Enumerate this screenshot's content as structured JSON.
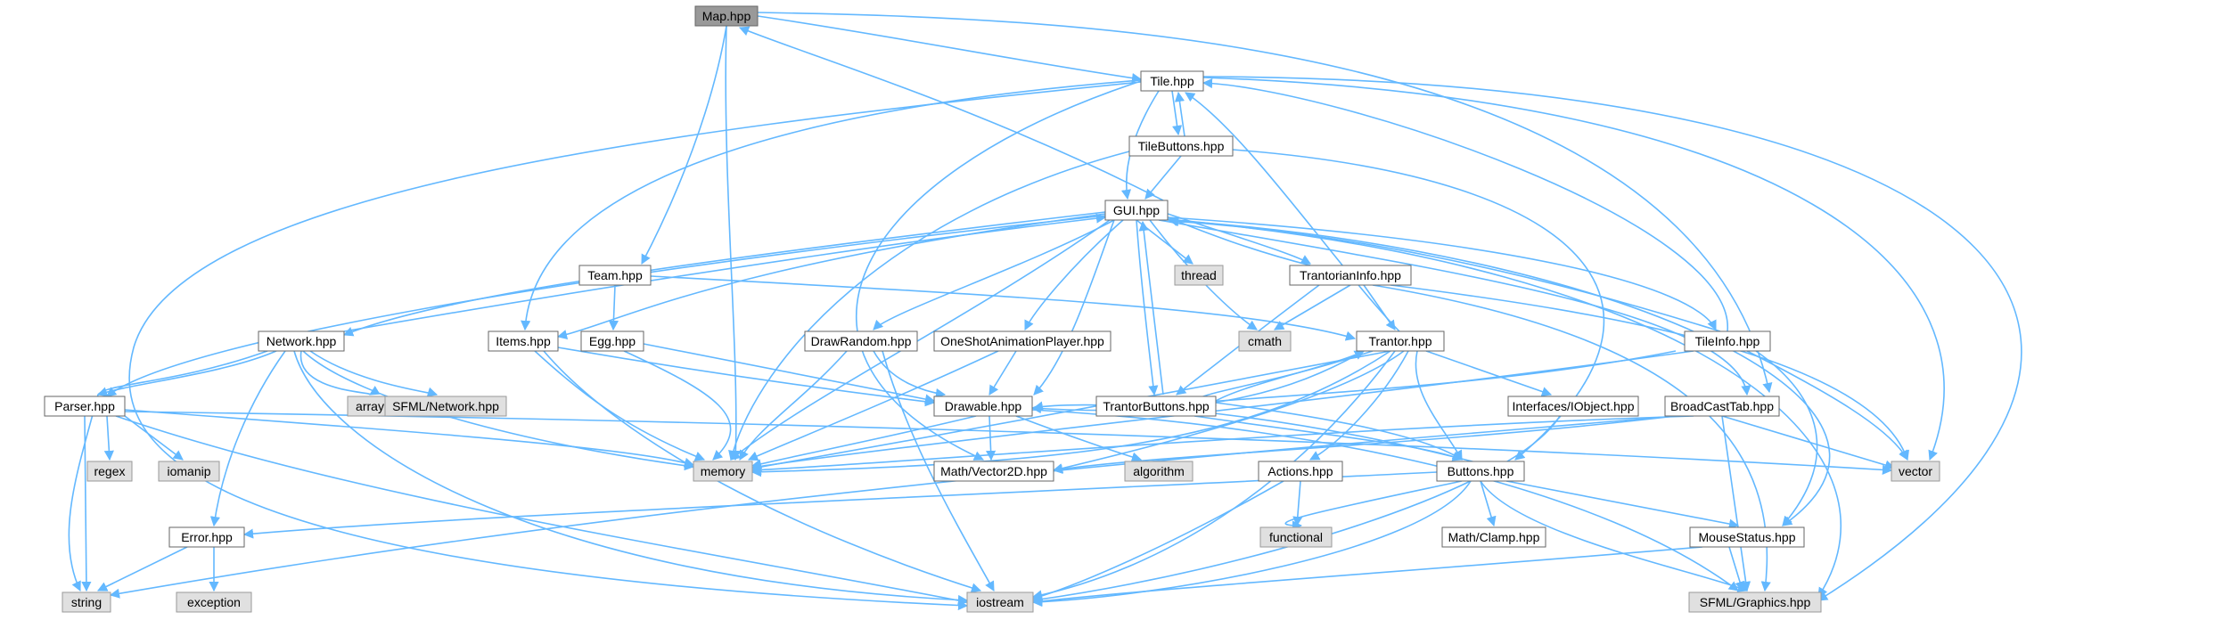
{
  "nodes": {
    "map": "Map.hpp",
    "tile": "Tile.hpp",
    "tilebuttons": "TileButtons.hpp",
    "gui": "GUI.hpp",
    "thread": "thread",
    "team": "Team.hpp",
    "trantorianinfo": "TrantorianInfo.hpp",
    "network": "Network.hpp",
    "items": "Items.hpp",
    "egg": "Egg.hpp",
    "drawrandom": "DrawRandom.hpp",
    "oneshot": "OneShotAnimationPlayer.hpp",
    "cmath": "cmath",
    "trantor": "Trantor.hpp",
    "tileinfo": "TileInfo.hpp",
    "array": "array",
    "sfmlnetwork": "SFML/Network.hpp",
    "parser": "Parser.hpp",
    "drawable": "Drawable.hpp",
    "trantorbuttons": "TrantorButtons.hpp",
    "iobject": "Interfaces/IObject.hpp",
    "broadcasttab": "BroadCastTab.hpp",
    "regex": "regex",
    "iomanip": "iomanip",
    "memory": "memory",
    "vector2d": "Math/Vector2D.hpp",
    "algorithm": "algorithm",
    "actions": "Actions.hpp",
    "buttons": "Buttons.hpp",
    "vector": "vector",
    "error": "Error.hpp",
    "functional": "functional",
    "clamp": "Math/Clamp.hpp",
    "mousestatus": "MouseStatus.hpp",
    "string": "string",
    "exception": "exception",
    "iostream": "iostream",
    "sfmlgraphics": "SFML/Graphics.hpp"
  },
  "colors": {
    "edge": "#63B8FF",
    "root_fill": "#999999",
    "local_fill": "#ffffff",
    "system_fill": "#e0e0e0"
  }
}
